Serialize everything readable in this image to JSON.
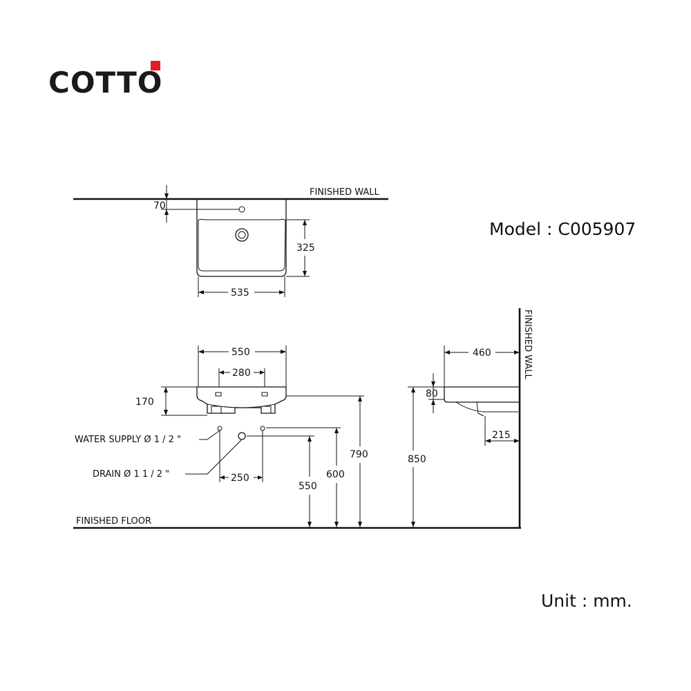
{
  "brand": {
    "name": "COTTO",
    "accent_color": "#e31e24"
  },
  "model_label": "Model : C005907",
  "unit_label": "Unit : mm.",
  "labels": {
    "finished_wall_top": "FINISHED WALL",
    "finished_wall_side": "FINISHED WALL",
    "finished_floor": "FINISHED FLOOR",
    "water_supply": "WATER SUPPLY  Ø 1 / 2 \"",
    "drain": "DRAIN  Ø 1 1 / 2 \""
  },
  "dimensions": {
    "top_offset": "70",
    "top_depth": "325",
    "top_width": "535",
    "front_width": "550",
    "tap_spacing": "280",
    "basin_height": "170",
    "supply_spacing": "250",
    "rim_height": "790",
    "supply_height": "600",
    "drain_height": "550",
    "side_projection": "460",
    "side_rim_thickness": "80",
    "side_height": "850",
    "side_drain_offset": "215"
  }
}
